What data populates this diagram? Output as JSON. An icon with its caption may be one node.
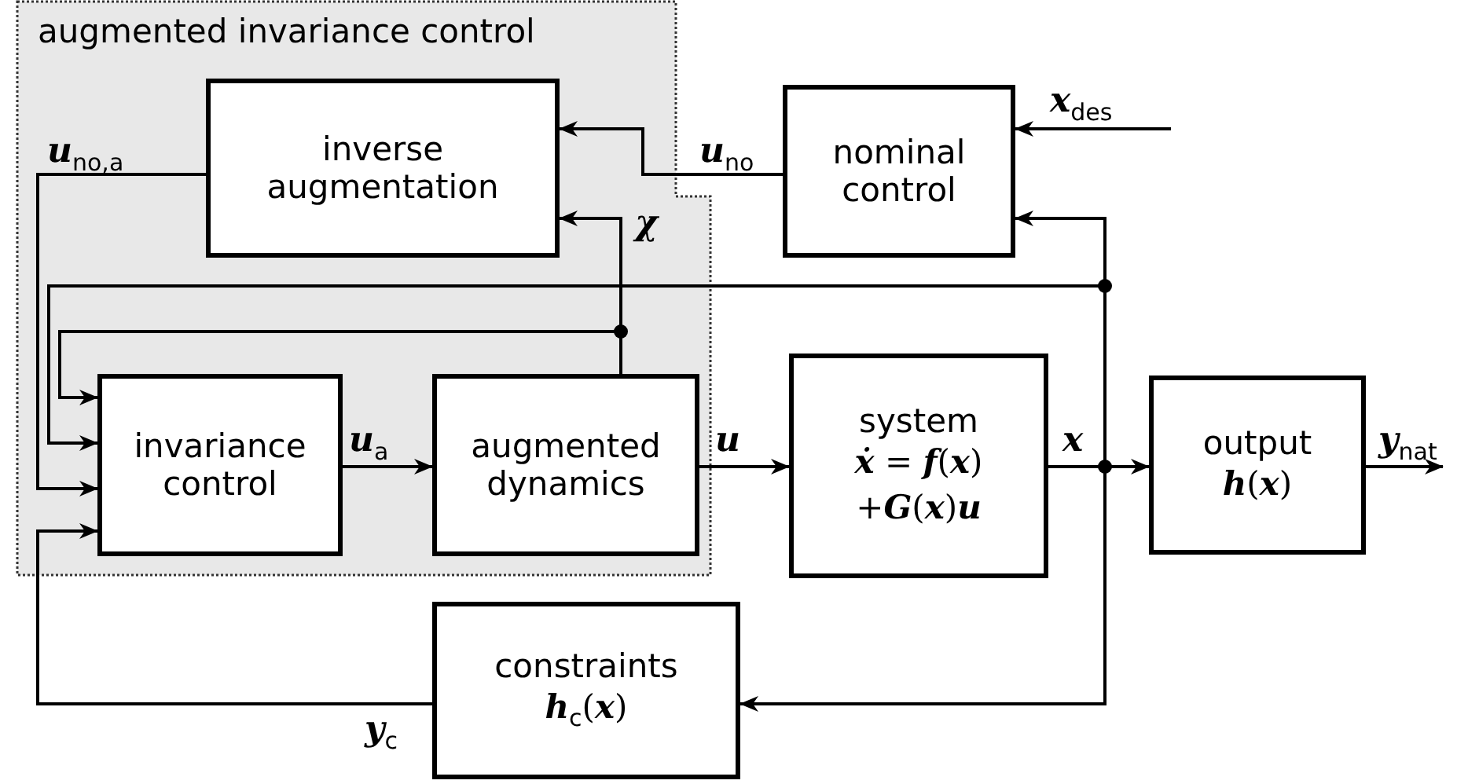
{
  "diagram": {
    "nodes": [
      {
        "text": [
          "augmented invariance control"
        ]
      },
      {
        "text": [
          "inverse augmentation"
        ],
        "in": 0
      },
      {
        "text": [
          "nominal control"
        ]
      },
      {
        "text": [
          "invariance control"
        ],
        "in": 0
      },
      {
        "text": [
          "augmented dynamics"
        ],
        "in": 0
      },
      {
        "text": [
          "system",
          "**ẋ** = **f**(**x**) +**G**(**x**)**u**"
        ]
      },
      {
        "text": [
          "output",
          "**h**(**x**)"
        ]
      },
      {
        "text": [
          "constraints",
          "**h**$_{c}$(**x**)"
        ]
      }
    ],
    "edges": [
      {
        "from": 2,
        "to": 1,
        "arrow": "to",
        "label": "u$_{no}$"
      },
      {
        "from": null,
        "to": 2,
        "arrow": "to",
        "label": "x$_{des}$"
      },
      {
        "from": 4,
        "to": 1,
        "arrow": "to",
        "label": "χ"
      },
      {
        "from": 1,
        "to": 3,
        "arrow": "to",
        "label": "u$_{no,a}$"
      },
      {
        "from": 3,
        "to": 4,
        "arrow": "to",
        "label": "u$_{a}$"
      },
      {
        "from": 4,
        "to": 5,
        "arrow": "to",
        "label": "u"
      },
      {
        "from": 5,
        "to": 6,
        "arrow": "to",
        "label": "x"
      },
      {
        "from": 5,
        "to": 2,
        "arrow": "to"
      },
      {
        "from": 5,
        "to": 3,
        "arrow": "to"
      },
      {
        "from": 4,
        "to": 3,
        "arrow": "to"
      },
      {
        "from": 5,
        "to": 7,
        "arrow": "to"
      },
      {
        "from": 7,
        "to": 3,
        "arrow": "to",
        "label": "y$_{c}$"
      },
      {
        "from": 6,
        "to": null,
        "arrow": "to",
        "label": "y$_{nat}$"
      }
    ]
  }
}
